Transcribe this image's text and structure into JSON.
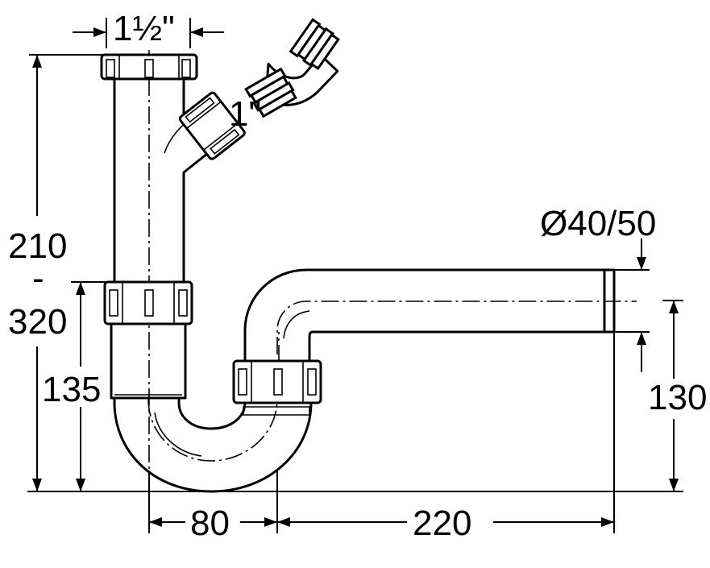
{
  "drawing": {
    "dimensions": {
      "top_width": "1½\"",
      "height_range_top": "210",
      "height_range_sep": "-",
      "height_range_bottom": "320",
      "inlet_height": "135",
      "outlet_diameter": "Ø40/50",
      "outlet_height": "130",
      "branch_size": "1\"",
      "trap_offset": "80",
      "outlet_length": "220"
    }
  }
}
